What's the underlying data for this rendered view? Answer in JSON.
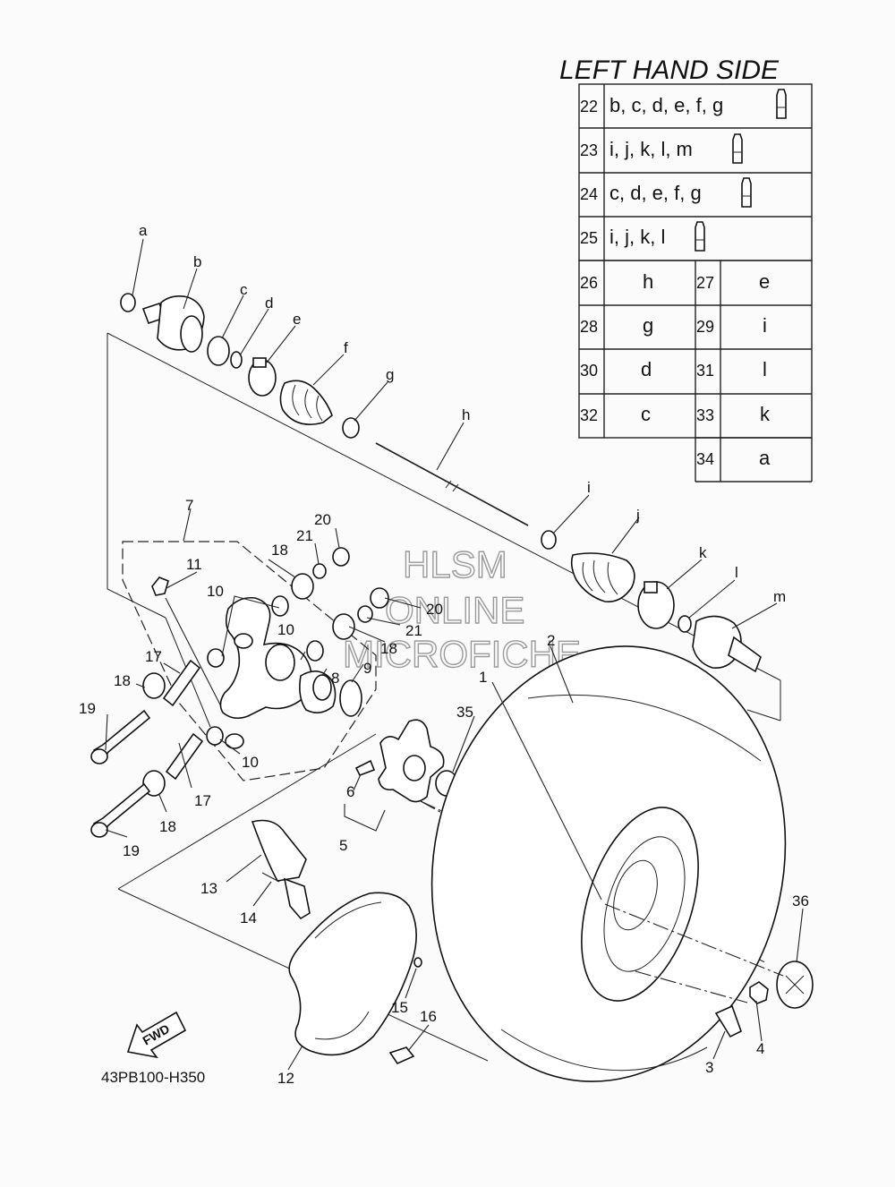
{
  "side_title": "LEFT HAND SIDE",
  "diagram_code": "43PB100-H350",
  "fwd_label": "FWD",
  "watermark": [
    "HLSM",
    "ONLINE",
    "MICROFICHE"
  ],
  "kit_rows": [
    {
      "num": "22",
      "value": "b, c, d, e, f, g",
      "tube_icon": "grease-tube-icon"
    },
    {
      "num": "23",
      "value": "i, j, k, l, m",
      "tube_icon": "grease-tube-icon"
    },
    {
      "num": "24",
      "value": "c, d, e, f, g",
      "tube_icon": "grease-tube-icon"
    },
    {
      "num": "25",
      "value": "i, j, k, l",
      "tube_icon": "grease-tube-icon"
    }
  ],
  "pair_rows": [
    {
      "left_num": "26",
      "left_val": "h",
      "right_num": "27",
      "right_val": "e"
    },
    {
      "left_num": "28",
      "left_val": "g",
      "right_num": "29",
      "right_val": "i"
    },
    {
      "left_num": "30",
      "left_val": "d",
      "right_num": "31",
      "right_val": "l"
    },
    {
      "left_num": "32",
      "left_val": "c",
      "right_num": "33",
      "right_val": "k"
    },
    {
      "left_num": "",
      "left_val": "",
      "right_num": "34",
      "right_val": "a"
    }
  ],
  "callouts": [
    "a",
    "b",
    "c",
    "d",
    "e",
    "f",
    "g",
    "h",
    "i",
    "j",
    "k",
    "l",
    "m",
    "1",
    "2",
    "3",
    "4",
    "5",
    "6",
    "7",
    "8",
    "9",
    "10",
    "10",
    "10",
    "10",
    "11",
    "12",
    "13",
    "14",
    "15",
    "16",
    "17",
    "17",
    "18",
    "18",
    "18",
    "18",
    "19",
    "19",
    "20",
    "20",
    "21",
    "21",
    "35",
    "36"
  ]
}
